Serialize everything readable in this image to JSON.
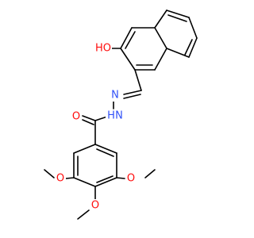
{
  "colors": {
    "bond": "#000000",
    "oxygen": "#ff0d0d",
    "nitrogen": "#3050f8",
    "background": "#ffffff"
  },
  "labels": {
    "hydroxyl": "HO",
    "imine_nitrogen": "N",
    "amide_nitrogen_h": "H",
    "amide_nitrogen": "N",
    "carbonyl_oxygen": "O",
    "methoxy_left_o": "O",
    "methoxy_right_o": "O",
    "methoxy_bottom_o": "O"
  }
}
